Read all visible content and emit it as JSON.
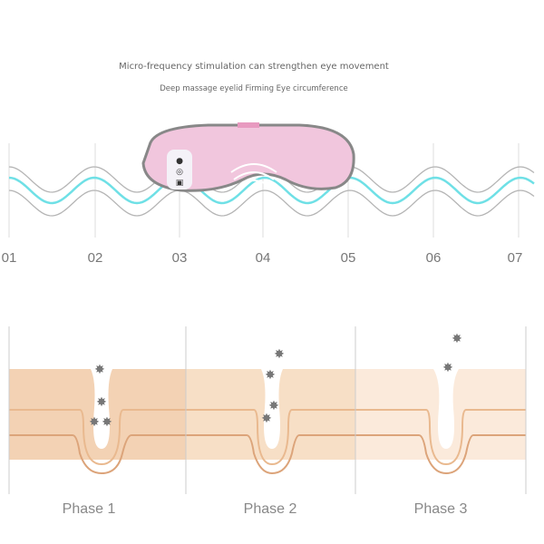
{
  "captions": {
    "line1": "Micro-frequency stimulation can strengthen eye movement",
    "line2": "Deep massage eyelid Firming Eye circumference"
  },
  "steps": [
    "01",
    "02",
    "03",
    "04",
    "05",
    "06",
    "07"
  ],
  "phases": [
    "Phase 1",
    "Phase 2",
    "Phase 3"
  ],
  "colors": {
    "wave_accent": "#6fe0e6",
    "wave_gray": "#b0b0b0",
    "mask": "#f1c6dd",
    "mask_border": "#888888"
  }
}
